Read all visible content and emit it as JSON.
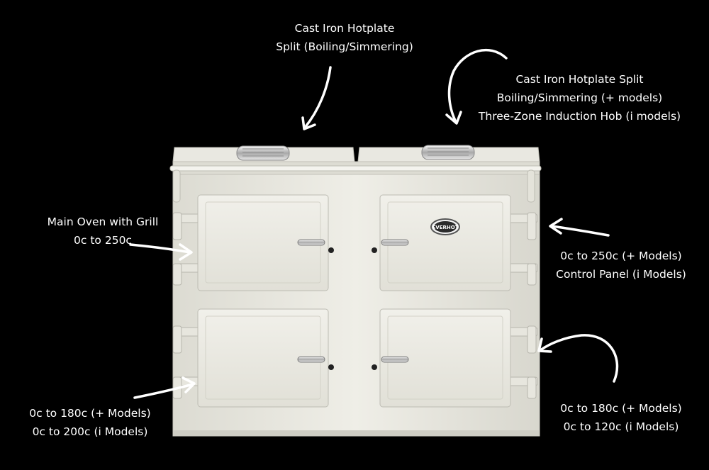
{
  "colors": {
    "background": "#000000",
    "cooker_body": "#ecebe3",
    "annotation": "#ffffff"
  },
  "product": {
    "name": "Everhot range cooker",
    "badge_text": "EVERHOT"
  },
  "annotations": {
    "top_center": {
      "line1": "Cast Iron Hotplate",
      "line2": "Split (Boiling/Simmering)"
    },
    "top_right": {
      "line1": "Cast Iron Hotplate Split",
      "line2": "Boiling/Simmering (+ models)",
      "line3": "Three-Zone Induction Hob (i models)"
    },
    "left_upper": {
      "line1": "Main Oven with Grill",
      "line2": "0c to 250c"
    },
    "right_upper": {
      "line1": "0c to 250c (+ Models)",
      "line2": "Control Panel (i Models)"
    },
    "left_lower": {
      "line1": "0c to 180c (+ Models)",
      "line2": "0c to 200c (i Models)"
    },
    "right_lower": {
      "line1": "0c to 180c (+ Models)",
      "line2": "0c to 120c (i Models)"
    }
  }
}
